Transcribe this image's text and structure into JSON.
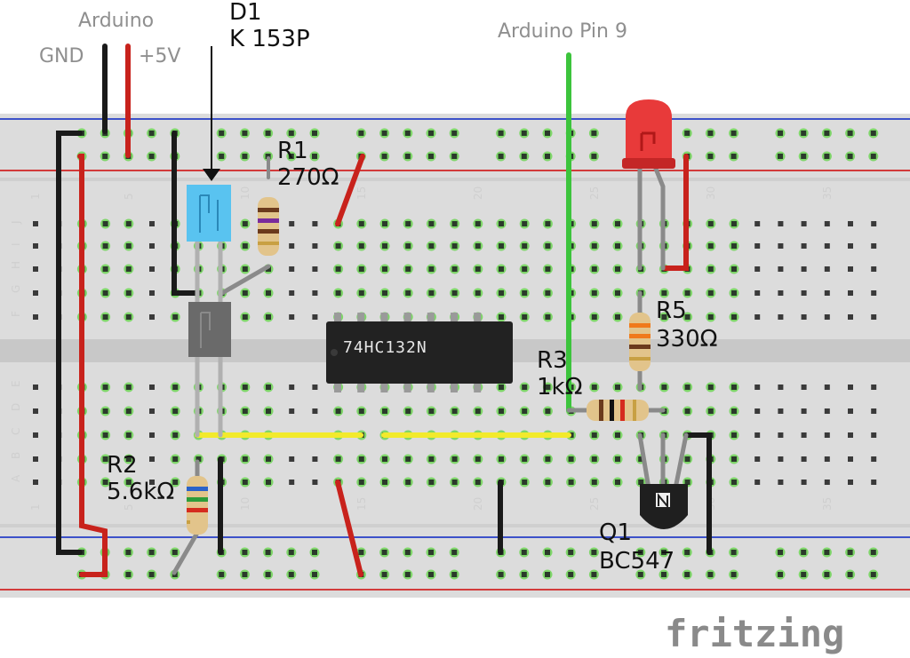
{
  "labels": {
    "arduino": "Arduino",
    "gnd": "GND",
    "plus5v": "+5V",
    "pin9": "Arduino Pin 9",
    "d1_name": "D1",
    "d1_part": "K 153P",
    "r1_name": "R1",
    "r1_value": "270Ω",
    "r2_name": "R2",
    "r2_value": "5.6kΩ",
    "r3_name": "R3",
    "r3_value": "1kΩ",
    "r5_name": "R5",
    "r5_value": "330Ω",
    "q1_name": "Q1",
    "q1_part": "BC547",
    "ic_part": "74HC132N",
    "brand": "fritzing"
  },
  "breadboard": {
    "column_numbers": [
      "1",
      "5",
      "10",
      "15",
      "20",
      "25",
      "30",
      "35"
    ],
    "upper_row_letters": [
      "J",
      "I",
      "H",
      "G",
      "F"
    ],
    "lower_row_letters": [
      "E",
      "D",
      "C",
      "B",
      "A"
    ]
  },
  "colors": {
    "board": "#dcdcdc",
    "rail_blue": "#3d52c9",
    "rail_red": "#d23b3b",
    "wire_black": "#1a1a1a",
    "wire_red": "#c8221c",
    "wire_green": "#3cc43c",
    "wire_yellow": "#f2ea2c",
    "hole_highlight": "#7fd66a",
    "chip": "#222222",
    "ir_sensor": "#59c3f0",
    "led": "#e83a3a"
  }
}
